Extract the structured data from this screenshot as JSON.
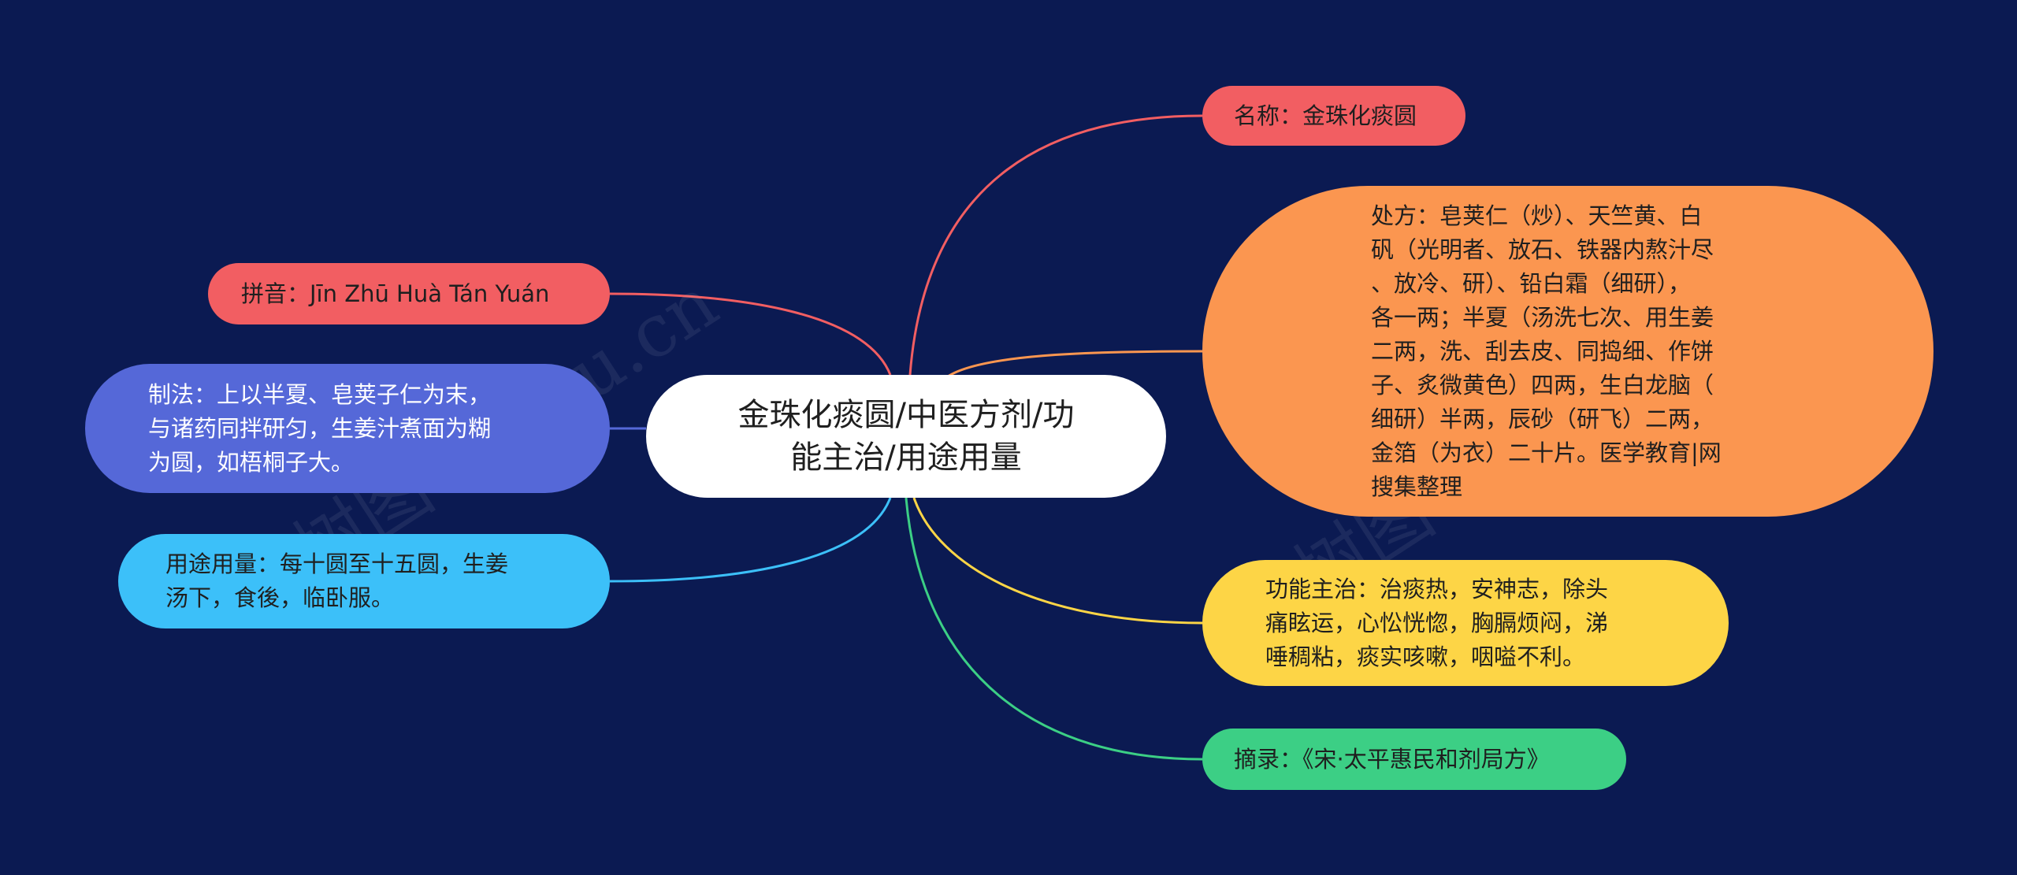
{
  "mindmap": {
    "center": {
      "label": "金珠化痰圆/中医方剂/功\n能主治/用途用量"
    },
    "right": [
      {
        "id": "name",
        "label": "名称：金珠化痰圆",
        "color": "#f25e62"
      },
      {
        "id": "prescription",
        "label": "处方：皂荚仁（炒）、天竺黄、白\n矾（光明者、放石、铁器内熬汁尽\n、放冷、研）、铅白霜（细研），\n各一两；半夏（汤洗七次、用生姜\n二两，洗、刮去皮、同捣细、作饼\n子、炙微黄色）四两，生白龙脑（\n细研）半两，辰砂（研飞）二两，\n金箔（为衣）二十片。医学教育|网\n搜集整理",
        "color": "#fb9650"
      },
      {
        "id": "function",
        "label": "功能主治：治痰热，安神志，除头\n痛眩运，心忪恍惚，胸膈烦闷，涕\n唾稠粘，痰实咳嗽，咽嗌不利。",
        "color": "#fdd546"
      },
      {
        "id": "source",
        "label": "摘录：《宋·太平惠民和剂局方》",
        "color": "#3ccf85"
      }
    ],
    "left": [
      {
        "id": "pinyin",
        "label": "拼音：Jīn Zhū Huà Tán Yuán",
        "color": "#f25e62"
      },
      {
        "id": "method",
        "label": "制法：上以半夏、皂荚子仁为末，\n与诸药同拌研匀，生姜汁煮面为糊\n为圆，如梧桐子大。",
        "color": "#5568d8"
      },
      {
        "id": "usage",
        "label": "用途用量：每十圆至十五圆，生姜\n汤下，食後，临卧服。",
        "color": "#3cc0f9"
      }
    ]
  },
  "watermarks": [
    "树图 shutu.cn",
    "树图 shutu.cn"
  ]
}
